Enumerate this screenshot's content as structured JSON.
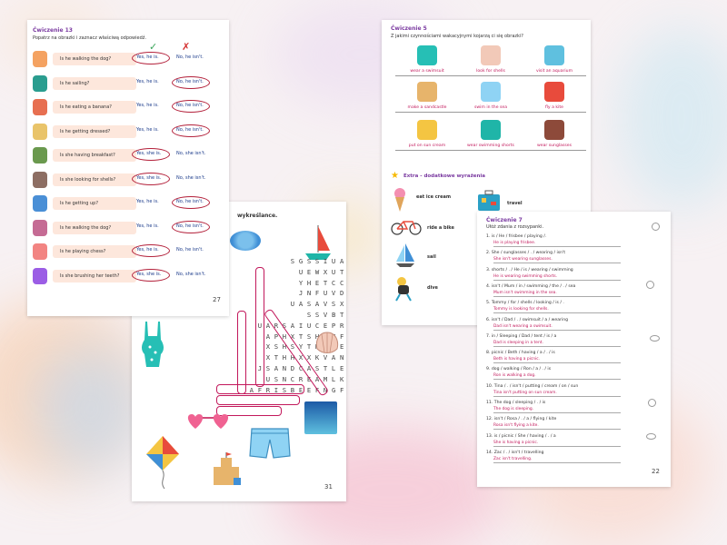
{
  "page27": {
    "title": "Ćwiczenie 13",
    "instruction": "Popatrz na obrazki i zaznacz właściwą odpowiedź.",
    "check_mark": "✓",
    "cross_mark": "✗",
    "page_number": "27",
    "rows": [
      {
        "question": "Is he walking the dog?",
        "yes": "Yes, he is.",
        "no": "No, he isn't.",
        "circled": "yes"
      },
      {
        "question": "Is he sailing?",
        "yes": "Yes, he is.",
        "no": "No, he isn't.",
        "circled": "no"
      },
      {
        "question": "Is he eating a banana?",
        "yes": "Yes, he is.",
        "no": "No, he isn't.",
        "circled": "no"
      },
      {
        "question": "Is he getting dressed?",
        "yes": "Yes, he is.",
        "no": "No, he isn't.",
        "circled": "no"
      },
      {
        "question": "Is she having breakfast?",
        "yes": "Yes, she is.",
        "no": "No, she isn't.",
        "circled": "yes"
      },
      {
        "question": "Is she looking for shells?",
        "yes": "Yes, she is.",
        "no": "No, she isn't.",
        "circled": "yes"
      },
      {
        "question": "Is he getting up?",
        "yes": "Yes, he is.",
        "no": "No, he isn't.",
        "circled": "no"
      },
      {
        "question": "Is he walking the dog?",
        "yes": "Yes, he is.",
        "no": "No, he isn't.",
        "circled": "no"
      },
      {
        "question": "Is he playing chess?",
        "yes": "Yes, he is.",
        "no": "No, he isn't.",
        "circled": "yes"
      },
      {
        "question": "Is she brushing her teeth?",
        "yes": "Yes, she is.",
        "no": "No, she isn't.",
        "circled": "yes"
      }
    ]
  },
  "page31": {
    "title_fragment": "wykreślance.",
    "page_number": "31",
    "grid": [
      "SGSSIUA",
      "UEWXUT",
      "YHETCC",
      "JNFUVD",
      "UASAVSX",
      "SSVBT",
      "UARSAIUCEPR",
      "APHXTSHPTF",
      "XSHSYTHWWE",
      "XTHHXXKVAN",
      "JSANDCASTLE",
      "USNCREAMLK",
      "AFRISBEEFNGF"
    ]
  },
  "page5": {
    "title": "Ćwiczenie 5",
    "instruction": "Z jakimi czynnościami wakacyjnymi kojarzą ci się obrazki?",
    "items": [
      "wear a swimsuit",
      "look for shells",
      "visit an aquarium",
      "make a sandcastle",
      "swim in the sea",
      "fly a kite",
      "put on sun cream",
      "wear swimming shorts",
      "wear sunglasses"
    ],
    "extra_title": "Extra - dodatkowe wyrażenia",
    "extra": [
      "eat ice cream",
      "travel",
      "ride a bike",
      "sail",
      "dive"
    ]
  },
  "page7": {
    "title": "Ćwiczenie 7",
    "instruction": "Ułóż zdania z rozsypanki.",
    "page_number": "22",
    "items": [
      {
        "q": "1. is / He / frisbee / playing /.",
        "a": "He is playing frisbee."
      },
      {
        "q": "2. She / sunglasses / . / wearing / isn't",
        "a": "She isn't wearing sunglasses."
      },
      {
        "q": "3. shorts / . / He / is / wearing / swimming",
        "a": "He is wearing swimming shorts."
      },
      {
        "q": "4. isn't / Mum / in / swimming / the / . / sea",
        "a": "Mum isn't swimming in the sea."
      },
      {
        "q": "5. Tommy / for / shells / looking / is / .",
        "a": "Tommy is looking for shells."
      },
      {
        "q": "6. isn't / Dad / . / swimsuit / a / wearing",
        "a": "Dad isn't wearing a swimsuit."
      },
      {
        "q": "7. in / Sleeping / Dad / tent / is / a",
        "a": "Dad is sleeping in a tent."
      },
      {
        "q": "8. picnic / Beth / having / a / . / is",
        "a": "Beth is having a picnic."
      },
      {
        "q": "9. dog / walking / Ron / a / . / is",
        "a": "Ron is walking a dog."
      },
      {
        "q": "10. Tina / . / isn't / putting / cream / on / sun",
        "a": "Tina isn't putting on sun cream."
      },
      {
        "q": "11. The dog / sleeping / . / is",
        "a": "The dog is sleeping."
      },
      {
        "q": "12. isn't / Rosa / . / a / flying / kite",
        "a": "Rosa isn't flying a kite."
      },
      {
        "q": "13. is / picnic / She / having / . / a",
        "a": "She is having a picnic."
      },
      {
        "q": "14. Zac / . / isn't / travelling",
        "a": "Zac isn't travelling."
      }
    ]
  }
}
